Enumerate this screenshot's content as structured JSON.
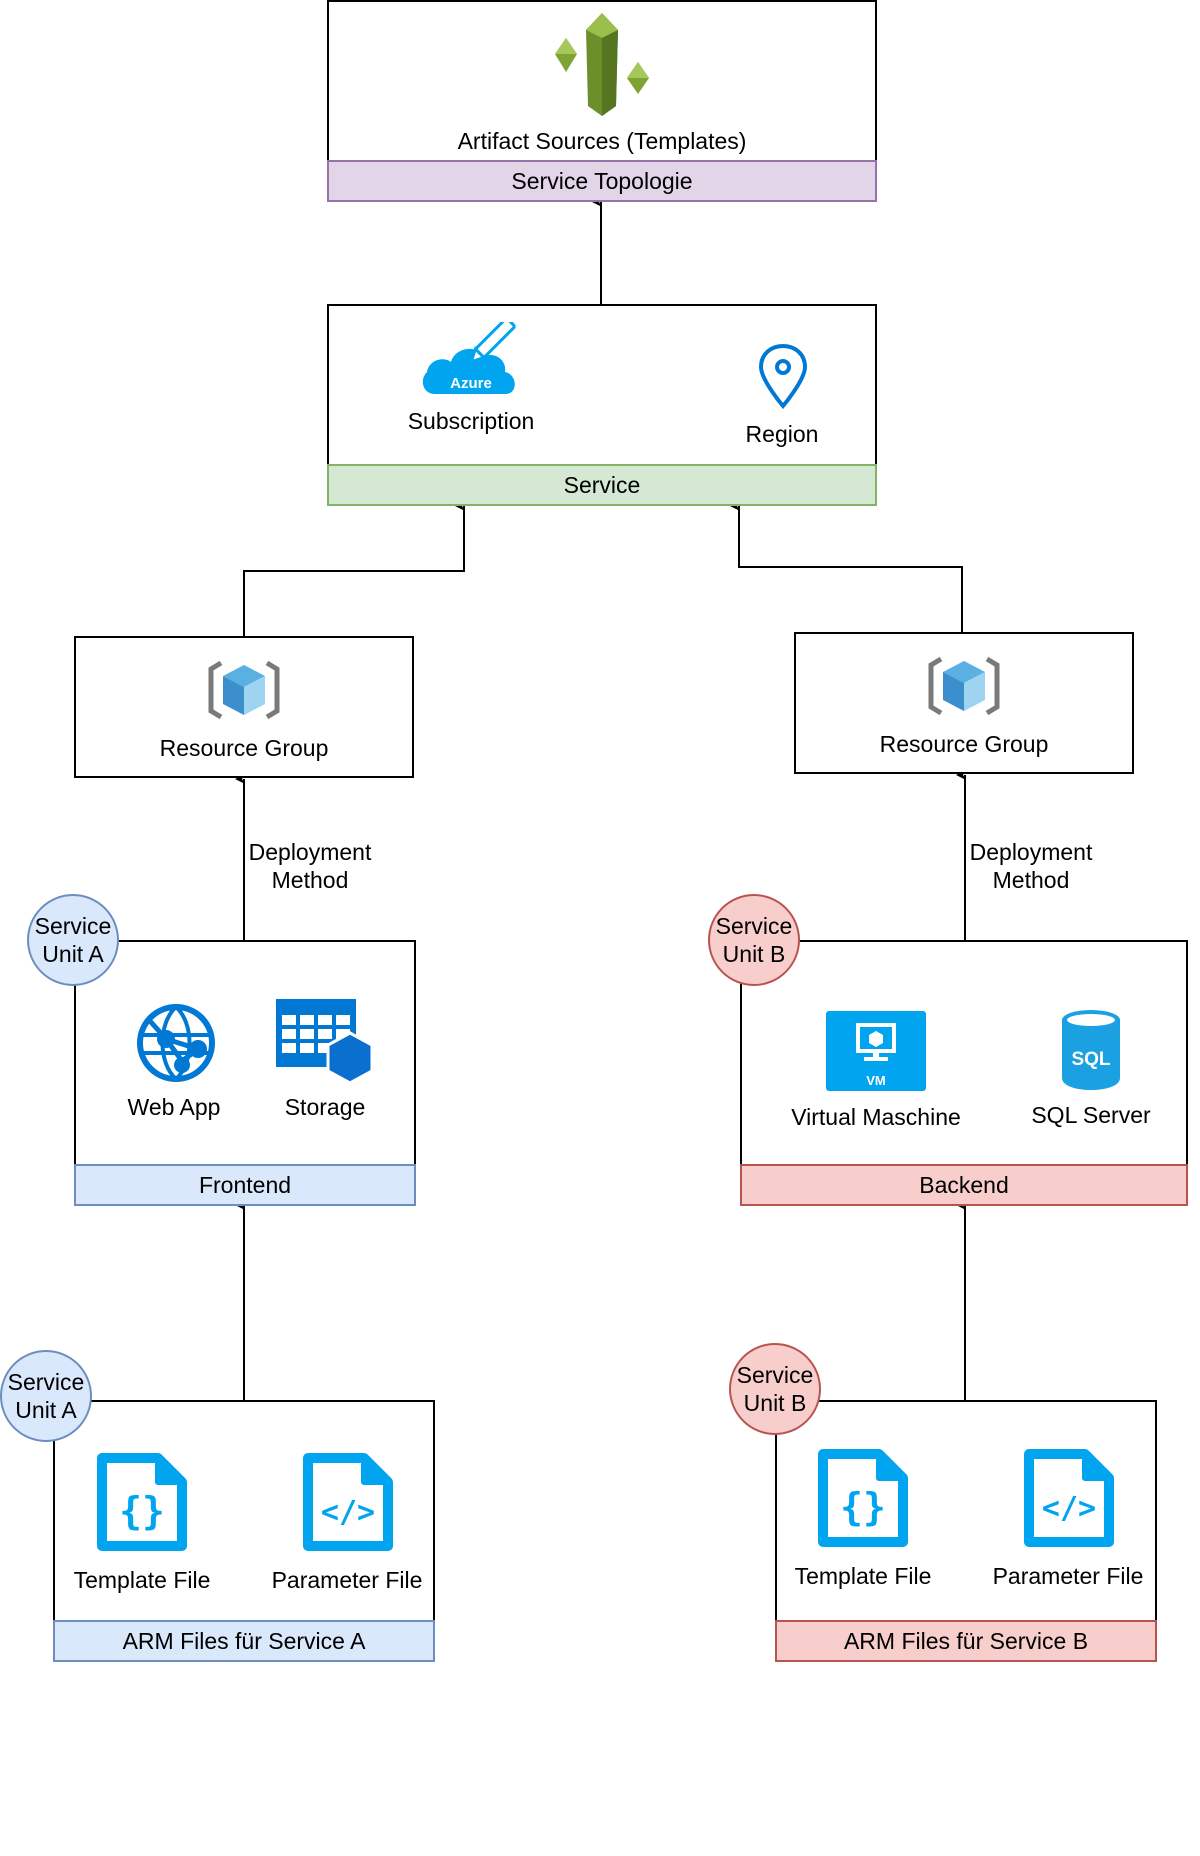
{
  "topology": {
    "artifact_label": "Artifact Sources (Templates)",
    "band_label": "Service Topologie",
    "band_fill": "#e1d5e7",
    "band_stroke": "#9673a6"
  },
  "service": {
    "subscription_label": "Subscription",
    "azure_badge": "Azure",
    "region_label": "Region",
    "band_label": "Service",
    "band_fill": "#d5e8d4",
    "band_stroke": "#82b366"
  },
  "resource_group_a": {
    "label": "Resource Group"
  },
  "resource_group_b": {
    "label": "Resource Group"
  },
  "deployment_a": {
    "line1": "Deployment",
    "line2": "Method"
  },
  "deployment_b": {
    "line1": "Deployment",
    "line2": "Method"
  },
  "frontend": {
    "unit_line1": "Service",
    "unit_line2": "Unit A",
    "webapp_label": "Web App",
    "storage_label": "Storage",
    "band_label": "Frontend",
    "band_fill": "#dae8fc",
    "band_stroke": "#6c8ebf"
  },
  "backend": {
    "unit_line1": "Service",
    "unit_line2": "Unit B",
    "vm_label": "Virtual Maschine",
    "vm_badge": "VM",
    "sql_label": "SQL Server",
    "sql_badge": "SQL",
    "band_label": "Backend",
    "band_fill": "#f8cecc",
    "band_stroke": "#b85450"
  },
  "arm_a": {
    "unit_line1": "Service",
    "unit_line2": "Unit A",
    "template_label": "Template File",
    "parameter_label": "Parameter File",
    "band_label": "ARM Files für Service A"
  },
  "arm_b": {
    "unit_line1": "Service",
    "unit_line2": "Unit B",
    "template_label": "Template File",
    "parameter_label": "Parameter File",
    "band_label": "ARM Files für Service B"
  },
  "colors": {
    "azure_blue": "#00a4ef",
    "sql_blue": "#1ba1e2",
    "icon_blue": "#0078d4",
    "artifact_green": "#6b8f2a"
  }
}
